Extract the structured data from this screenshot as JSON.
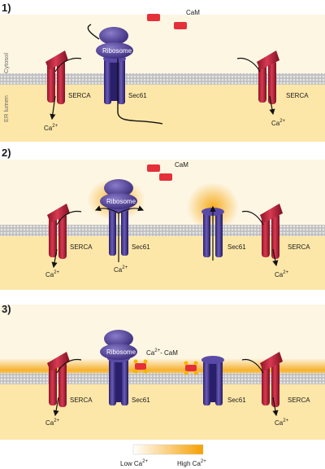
{
  "panels": [
    {
      "number": "1)",
      "cytosol_label": "Cytosol",
      "lumen_label": "ER lumen",
      "cam_label": "CaM",
      "ribosome_label": "Ribosome",
      "serca_left": "SERCA",
      "serca_right": "SERCA",
      "sec61_label": "Sec61",
      "ca_left": "Ca",
      "ca_right": "Ca",
      "ca_sup": "2+"
    },
    {
      "number": "2)",
      "cam_label": "CaM",
      "ribosome_label": "Ribosome",
      "serca_left": "SERCA",
      "serca_right": "SERCA",
      "sec61_left": "Sec61",
      "sec61_right": "Sec61",
      "ca_left": "Ca",
      "ca_right": "Ca",
      "ca_mid": "Ca",
      "ca_sup": "2+"
    },
    {
      "number": "3)",
      "ribosome_label": "Ribosome",
      "ca_cam_label": "Ca",
      "ca_cam_sup": "2+",
      "ca_cam_suffix": "- CaM",
      "serca_left": "SERCA",
      "serca_right": "SERCA",
      "sec61_left": "Sec61",
      "sec61_right": "Sec61",
      "ca_left": "Ca",
      "ca_right": "Ca",
      "ca_sup": "2+"
    }
  ],
  "legend": {
    "low": "Low Ca",
    "high": "High Ca",
    "sup": "2+"
  },
  "colors": {
    "cytosol": "#fdf6e3",
    "lumen": "#fde7a8",
    "membrane": "#c8c8c8",
    "serca": "#c0283d",
    "sec61": "#3d2d86",
    "calmodulin": "#e5303a",
    "ca_high": "#f5a000"
  }
}
